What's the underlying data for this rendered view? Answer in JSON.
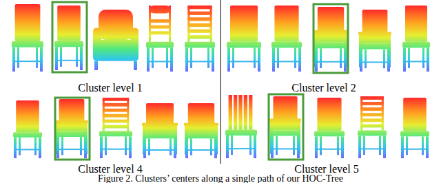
{
  "diagram": {
    "caption": "Figure 2. Clusters’ centers along a single path of our HOC-Tree",
    "labels": [
      "Cluster level 1",
      "Cluster level 2",
      "Cluster level 4",
      "Cluster level 5"
    ]
  }
}
